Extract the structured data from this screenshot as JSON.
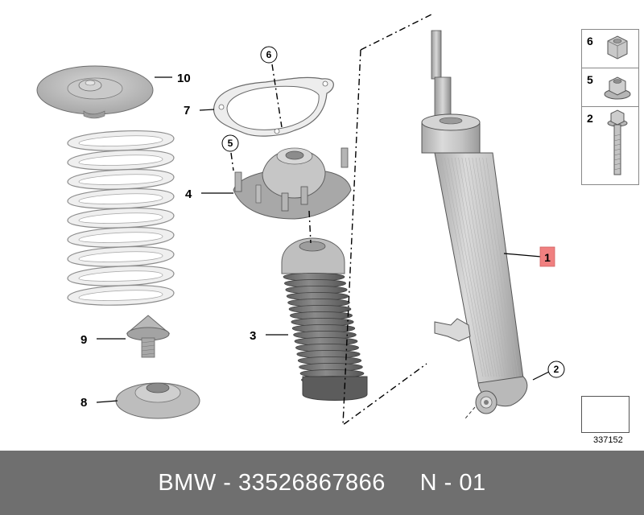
{
  "callouts": {
    "c1": "1",
    "c2": "2",
    "c3": "3",
    "c4": "4",
    "c5": "5",
    "c6": "6",
    "c7": "7",
    "c8": "8",
    "c9": "9",
    "c10": "10"
  },
  "legend": {
    "items": [
      {
        "number": "6",
        "icon": "hex-cap-nut-icon"
      },
      {
        "number": "5",
        "icon": "flange-nut-icon"
      },
      {
        "number": "2",
        "icon": "hex-bolt-icon"
      }
    ]
  },
  "reference_number": "337152",
  "footer": {
    "brand": "BMW",
    "part_number": "33526867866",
    "diagram_ref": "N - 01",
    "text": "BMW - 33526867866     N - 01"
  },
  "colors": {
    "part_fill": "#c4c4c4",
    "part_dark": "#8f8f8f",
    "spring_fill": "#efefef",
    "highlight": "#f08080",
    "footer_bg": "#6f6f6f"
  }
}
